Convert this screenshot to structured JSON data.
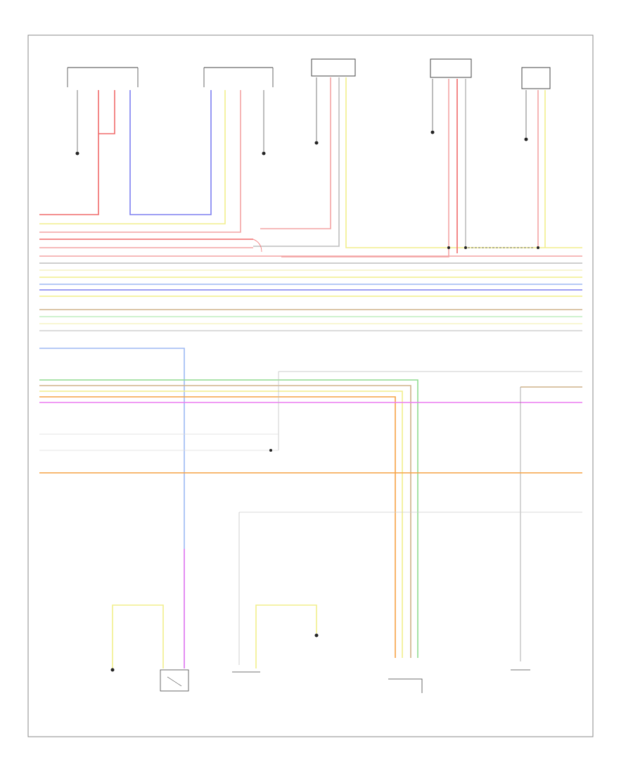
{
  "diagram": {
    "page_code": "",
    "wire_colors": {
      "red": "#f06a6a",
      "pink": "#f3a4a4",
      "yellow": "#f2ee8c",
      "light_yellow": "#f6f3c4",
      "blue": "#7d7ef0",
      "light_blue": "#9db9f3",
      "gray": "#bdbdbd",
      "green": "#8fdc8f",
      "light_green": "#bfeebf",
      "brown": "#cfb28a",
      "orange": "#f6a244",
      "violet": "#ec7cf0",
      "black": "#444444",
      "border": "#888888"
    },
    "top_connectors": [
      {
        "id": "c1",
        "label": ""
      },
      {
        "id": "c2",
        "label": ""
      },
      {
        "id": "c3",
        "label": ""
      },
      {
        "id": "c4",
        "label": ""
      },
      {
        "id": "c5",
        "label": ""
      }
    ],
    "bottom_components": [
      {
        "id": "b1",
        "label": ""
      },
      {
        "id": "b2",
        "label": ""
      },
      {
        "id": "b3",
        "label": ""
      },
      {
        "id": "b4",
        "label": ""
      },
      {
        "id": "b5",
        "label": ""
      },
      {
        "id": "b6",
        "label": ""
      }
    ]
  }
}
